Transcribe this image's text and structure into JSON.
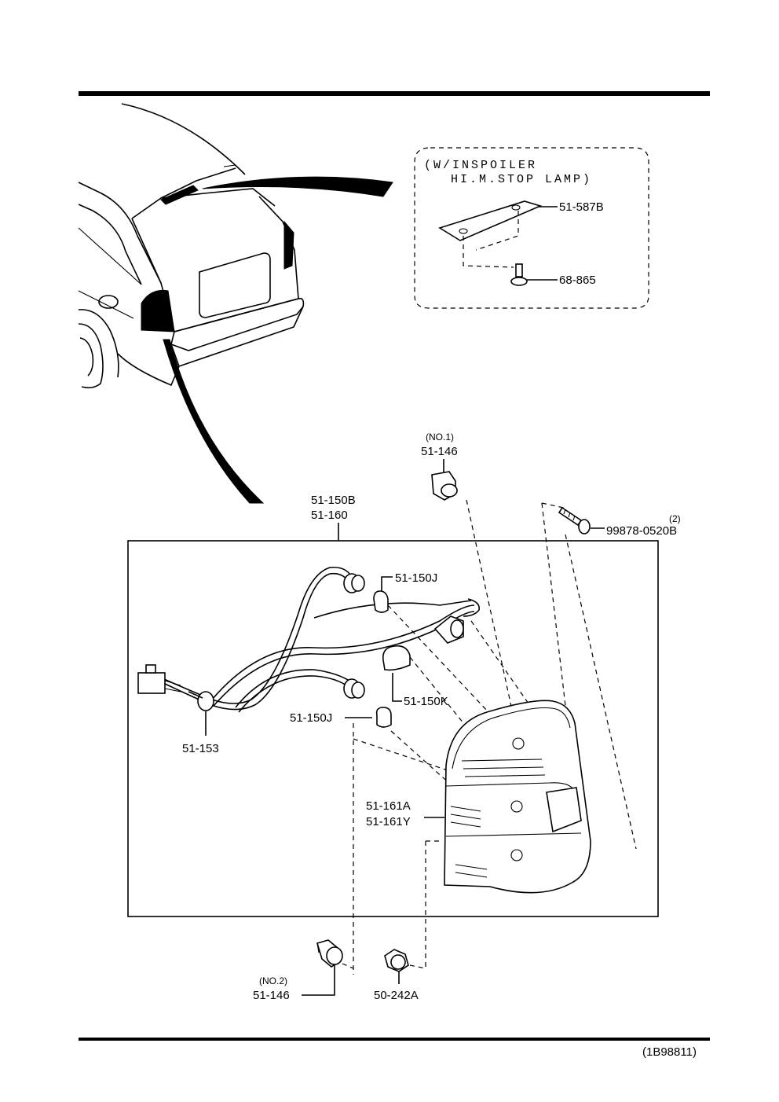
{
  "inset": {
    "line1": "(W/INSPOILER",
    "line2": "HI.M.STOP LAMP)"
  },
  "callouts": {
    "c51587B": "51-587B",
    "c68865": "68-865",
    "no1": "(NO.1)",
    "c51146a": "51-146",
    "c51150B": "51-150B",
    "c51160": "51-160",
    "qty2": "(2)",
    "c998780520B": "99878-0520B",
    "c51150J_top": "51-150J",
    "c51150K": "51-150K",
    "c51150J_mid": "51-150J",
    "c51153": "51-153",
    "c51161A": "51-161A",
    "c51161Y": "51-161Y",
    "no2": "(NO.2)",
    "c51146b": "51-146",
    "c50242A": "50-242A"
  },
  "footer": {
    "code": "(1B98811)"
  },
  "icons": [
    "car-rear-illustration",
    "tail-lamp-assembly",
    "wiring-harness",
    "bulb",
    "socket",
    "screw",
    "grommet",
    "pad"
  ]
}
